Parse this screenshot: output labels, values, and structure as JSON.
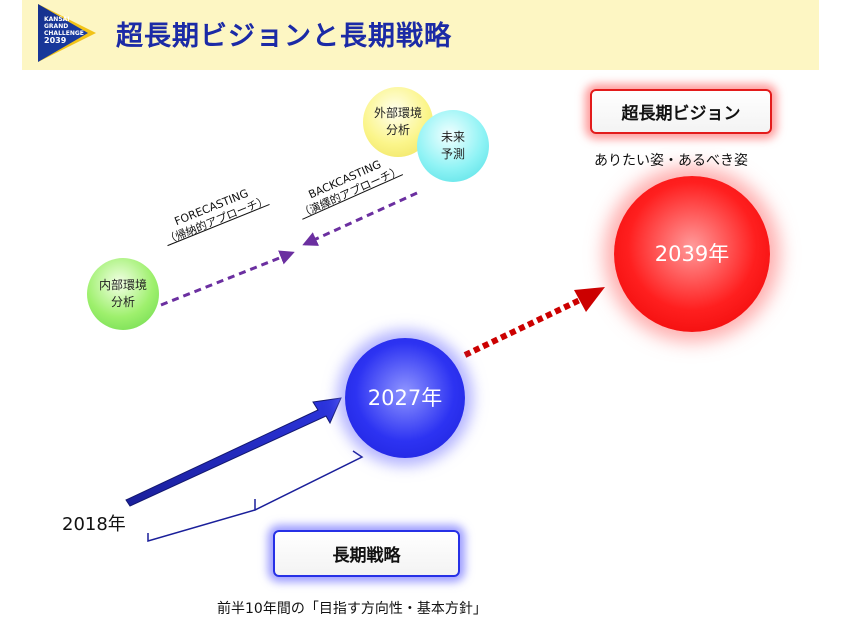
{
  "header": {
    "logo_lines": [
      "KANSAI",
      "GRAND",
      "CHALLENGE",
      "2039"
    ],
    "title": "超長期ビジョンと長期戦略",
    "background": "#fdf6c3",
    "title_color": "#1b2aa6"
  },
  "diagram": {
    "internal_env": "内部環境\n分析",
    "external_env": "外部環境\n分析",
    "future": "未来\n予測",
    "forecasting": "FORECASTING",
    "forecasting_sub": "（帰納的アプローチ）",
    "backcasting": "BACKCASTING",
    "backcasting_sub": "（演繹的アプローチ）",
    "vision_label": "超長期ビジョン",
    "vision_sub": "ありたい姿・あるべき姿",
    "year_2039": "2039年",
    "year_2027": "2027年",
    "year_2018": "2018年",
    "strategy_label": "長期戦略",
    "first_half": "前半10年間の「目指す方向性・基本方針」"
  },
  "colors": {
    "red_accent": "#e80000",
    "blue_accent": "#1b1fd8",
    "purple_arrow": "#6b2fa0",
    "dotted_red": "#cc0000"
  },
  "icons": [
    "kgc-logo-icon"
  ]
}
